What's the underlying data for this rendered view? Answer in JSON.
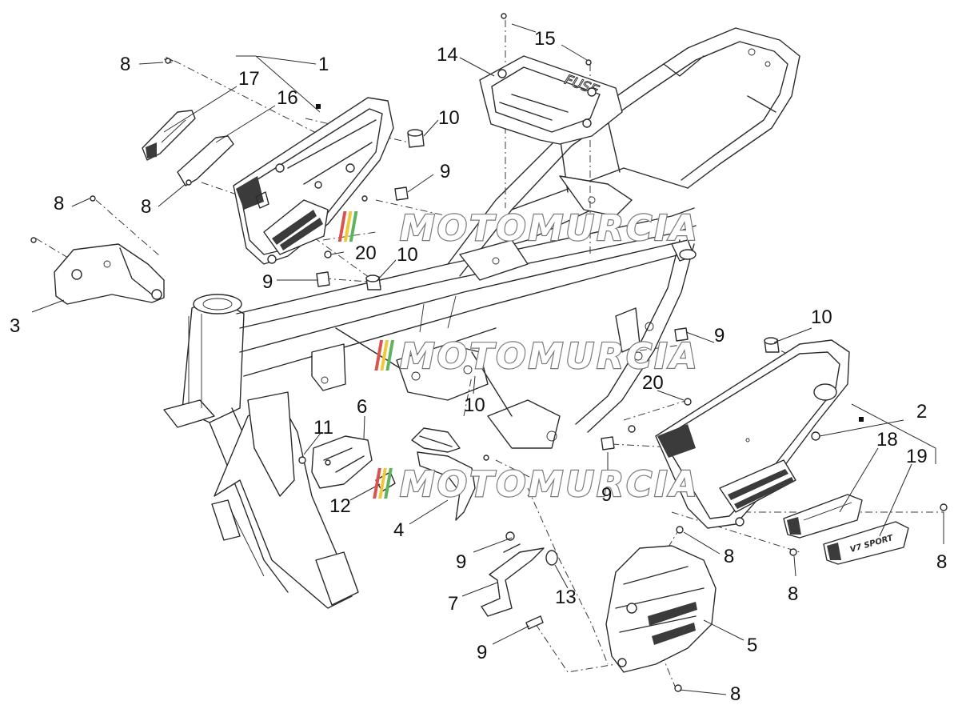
{
  "labels": [
    {
      "text": "1"
    },
    {
      "text": "2"
    },
    {
      "text": "3"
    },
    {
      "text": "4"
    },
    {
      "text": "5"
    },
    {
      "text": "6"
    },
    {
      "text": "7"
    },
    {
      "text": "8"
    },
    {
      "text": "8"
    },
    {
      "text": "8"
    },
    {
      "text": "8"
    },
    {
      "text": "8"
    },
    {
      "text": "8"
    },
    {
      "text": "8"
    },
    {
      "text": "9"
    },
    {
      "text": "9"
    },
    {
      "text": "9"
    },
    {
      "text": "9"
    },
    {
      "text": "9"
    },
    {
      "text": "9"
    },
    {
      "text": "10"
    },
    {
      "text": "10"
    },
    {
      "text": "10"
    },
    {
      "text": "10"
    },
    {
      "text": "11"
    },
    {
      "text": "12"
    },
    {
      "text": "13"
    },
    {
      "text": "14"
    },
    {
      "text": "15"
    },
    {
      "text": "16"
    },
    {
      "text": "17"
    },
    {
      "text": "18"
    },
    {
      "text": "19"
    },
    {
      "text": "20"
    },
    {
      "text": "20"
    }
  ],
  "watermark": {
    "text": "MOTOMURCIA",
    "stripe_colors": [
      "#d9534f",
      "#f0c93a",
      "#5fb35f",
      "#4a90d9"
    ]
  },
  "fuse_box_text": "FUSE",
  "badge_text": "V7 SPORT"
}
